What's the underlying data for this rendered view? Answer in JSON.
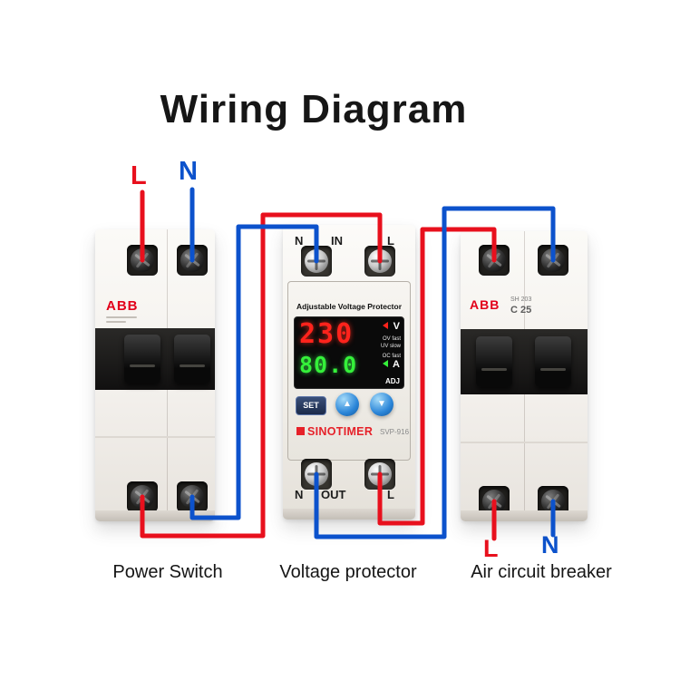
{
  "title": "Wiring Diagram",
  "wire_labels": {
    "top_live": "L",
    "top_neutral": "N",
    "bottom_live": "L",
    "bottom_neutral": "N"
  },
  "captions": {
    "power_switch": "Power Switch",
    "voltage_protector": "Voltage protector",
    "air_breaker": "Air circuit breaker"
  },
  "power_switch": {
    "brand": "ABB"
  },
  "air_breaker": {
    "brand": "ABB",
    "model": "SH 203",
    "rating": "C 25"
  },
  "voltage_protector": {
    "header": "Adjustable Voltage Protector",
    "display": {
      "voltage": "230",
      "voltage_unit": "V",
      "current": "80.0",
      "current_unit": "A",
      "ov_label": "OV fast",
      "uv_label": "UV slow",
      "oc_label": "OC fast",
      "adj_label": "ADJ"
    },
    "buttons": {
      "set": "SET",
      "up_icon": "▲",
      "down_icon": "▼"
    },
    "brand": "SINOTIMER",
    "model": "SVP-916",
    "terminals": {
      "top_left": "N",
      "top_mid": "IN",
      "top_right": "L",
      "bottom_left": "N",
      "bottom_mid": "OUT",
      "bottom_right": "L"
    }
  },
  "colors": {
    "live_wire": "#e8101d",
    "neutral_wire": "#0c52cc"
  }
}
